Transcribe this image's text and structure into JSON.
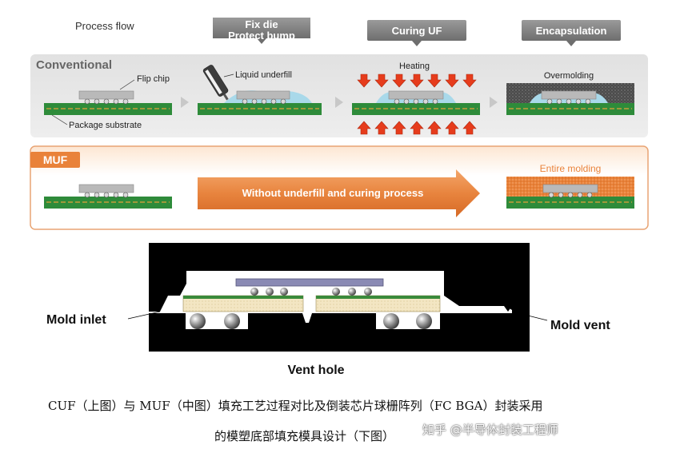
{
  "header": {
    "process_flow": "Process flow",
    "step2_line1": "Fix die",
    "step2_line2": "Protect bump",
    "step3": "Curing UF",
    "step4": "Encapsulation"
  },
  "conventional": {
    "label": "Conventional",
    "flip_chip": "Flip chip",
    "package_substrate": "Package substrate",
    "liquid_underfill": "Liquid underfill",
    "heating": "Heating",
    "overmolding": "Overmolding"
  },
  "muf": {
    "label": "MUF",
    "arrow_text": "Without underfill and curing process",
    "entire_molding": "Entire molding"
  },
  "mold": {
    "inlet": "Mold inlet",
    "vent": "Mold vent",
    "vent_hole": "Vent hole"
  },
  "caption": {
    "line1": "CUF（上图）与 MUF（中图）填充工艺过程对比及倒装芯片球栅阵列（FC BGA）封装采用",
    "line2": "的模塑底部填充模具设计（下图）"
  },
  "watermark": "知乎 @半导体封装工程师",
  "colors": {
    "header_tab": "#7a7a7a",
    "substrate_green": "#2e8b3a",
    "chip_gray": "#b9b9b9",
    "heat_arrow": "#e63c1c",
    "muf_orange": "#e9823a",
    "mold_compound": "#4a4a4a"
  }
}
